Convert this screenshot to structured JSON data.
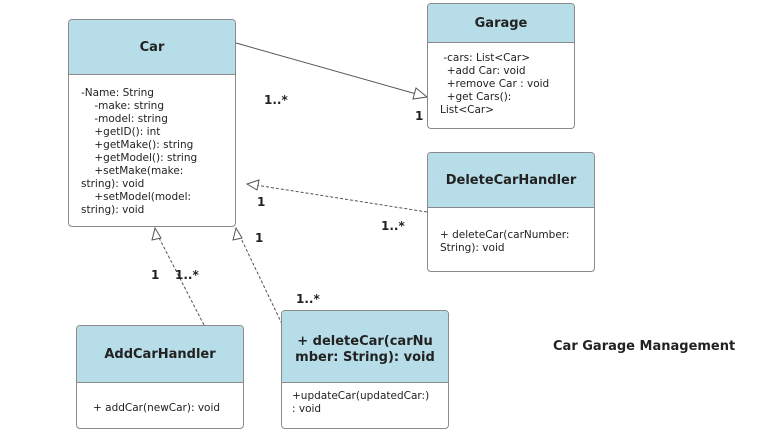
{
  "diagram": {
    "title": "Car Garage Management",
    "classes": {
      "car": {
        "name": "Car",
        "members": [
          "-Name: String",
          "    -make: string",
          "    -model: string",
          "    +getID(): int",
          "    +getMake(): string",
          "    +getModel(): string",
          "    +setMake(make:",
          "string): void",
          "    +setModel(model:",
          "string): void"
        ]
      },
      "garage": {
        "name": "Garage",
        "members": [
          " -cars: List<Car>",
          "  +add Car: void",
          "  +remove Car : void",
          "  +get Cars():",
          "List<Car>"
        ]
      },
      "delete_car_handler": {
        "name": "DeleteCarHandler",
        "members": [
          "+ deleteCar(carNumber:",
          "String): void"
        ]
      },
      "add_car_handler": {
        "name": "AddCarHandler",
        "members": [
          "+ addCar(newCar): void"
        ]
      },
      "update_handler": {
        "name": "+ deleteCar(carNumber: String): void",
        "members": [
          "+updateCar(updatedCar:)",
          ": void"
        ]
      }
    },
    "multiplicities": {
      "car_garage_car_end": "1..*",
      "car_garage_garage_end": "1",
      "delete_handler_car_end": "1",
      "delete_handler_handler_end": "1..*",
      "add_handler_car_end": "1",
      "add_handler_handler_end": "1..*",
      "update_handler_car_end": "1",
      "update_handler_handler_end": "1..*"
    }
  }
}
